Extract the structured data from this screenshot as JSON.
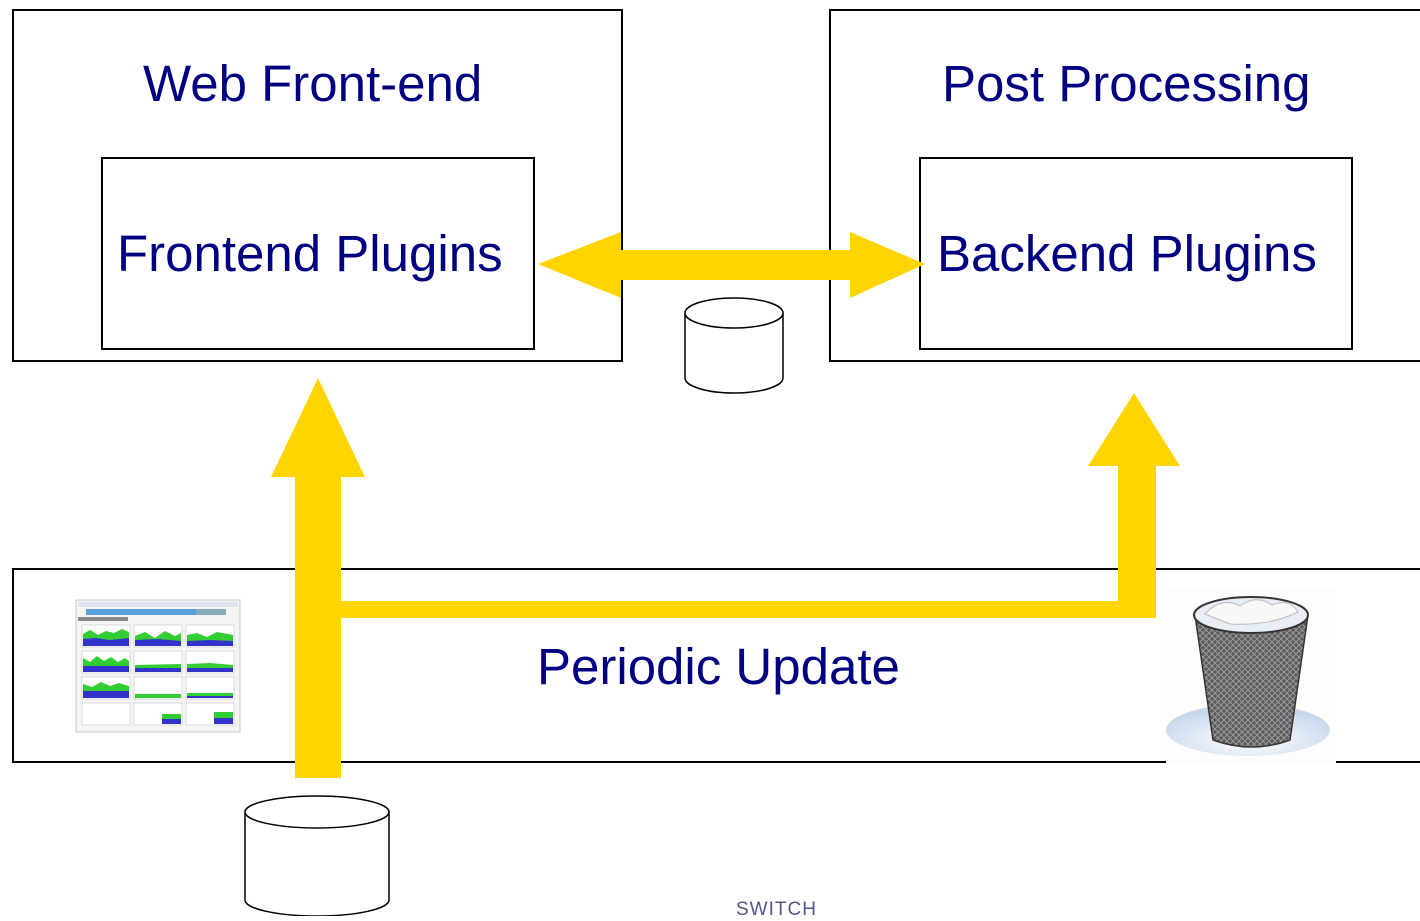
{
  "diagram": {
    "web_frontend": {
      "title": "Web Front-end",
      "plugins": "Frontend Plugins"
    },
    "post_processing": {
      "title": "Post Processing",
      "plugins": "Backend Plugins"
    },
    "periodic_update": {
      "label": "Periodic Update"
    },
    "logo_text": "SWITCH"
  },
  "colors": {
    "arrow": "#ffd400",
    "label_text": "#000080",
    "border": "#000000"
  },
  "icons": [
    "database-icon",
    "database-icon",
    "nfsen-screenshot-thumbnail",
    "trash-bin-icon"
  ]
}
